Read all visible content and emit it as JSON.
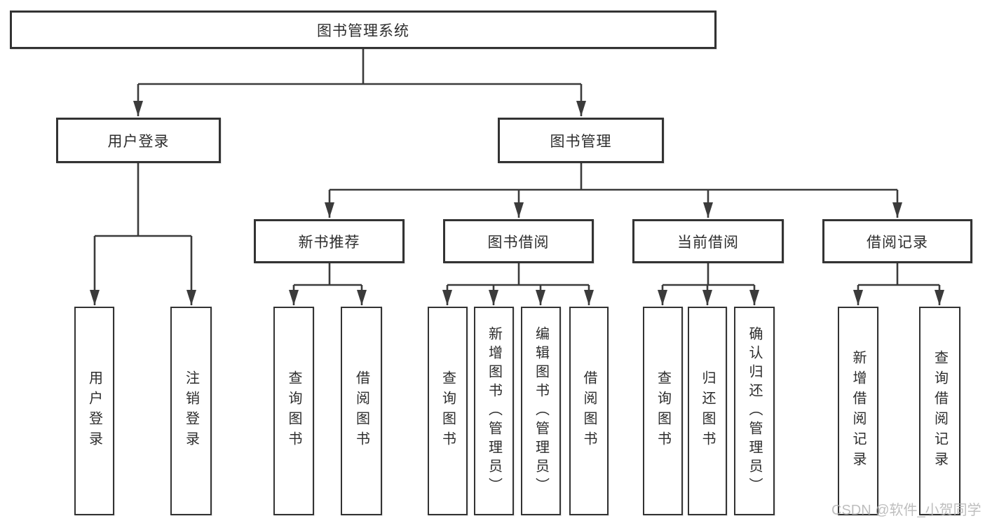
{
  "tree": {
    "root": {
      "label": "图书管理系统"
    },
    "children": [
      {
        "label": "用户登录",
        "children": [
          {
            "label": "用户登录"
          },
          {
            "label": "注销登录"
          }
        ]
      },
      {
        "label": "图书管理",
        "children": [
          {
            "label": "新书推荐",
            "children": [
              {
                "label": "查询图书"
              },
              {
                "label": "借阅图书"
              }
            ]
          },
          {
            "label": "图书借阅",
            "children": [
              {
                "label": "查询图书"
              },
              {
                "label": "新增图书（管理员）"
              },
              {
                "label": "编辑图书（管理员）"
              },
              {
                "label": "借阅图书"
              }
            ]
          },
          {
            "label": "当前借阅",
            "children": [
              {
                "label": "查询图书"
              },
              {
                "label": "归还图书"
              },
              {
                "label": "确认归还（管理员）"
              }
            ]
          },
          {
            "label": "借阅记录",
            "children": [
              {
                "label": "新增借阅记录"
              },
              {
                "label": "查询借阅记录"
              }
            ]
          }
        ]
      }
    ]
  },
  "watermark": "CSDN @软件_小贺同学",
  "colors": {
    "line": "#3b3b3b",
    "box_border": "#333333",
    "text": "#2d2d2d",
    "watermark": "#b3b3b3",
    "background": "#ffffff"
  }
}
